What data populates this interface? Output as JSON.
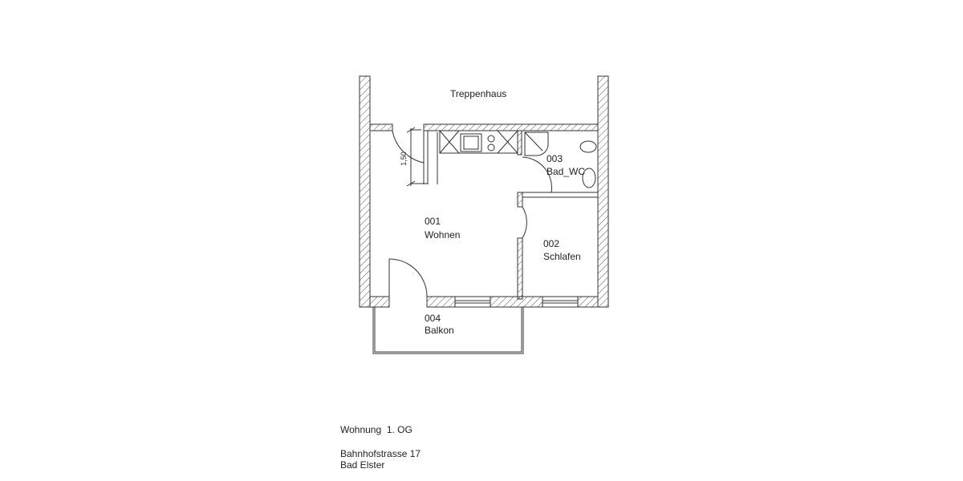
{
  "plan": {
    "rooms": [
      {
        "number": "001",
        "name": "Wohnen"
      },
      {
        "number": "002",
        "name": "Schlafen"
      },
      {
        "number": "003",
        "name": "Bad_WC"
      },
      {
        "number": "004",
        "name": "Balkon"
      }
    ],
    "stairwell": "Treppenhaus",
    "dimension": "1,50"
  },
  "info": {
    "unit": "Wohnung  1. OG",
    "street": "Bahnhofstrasse 17",
    "city": "Bad Elster"
  }
}
